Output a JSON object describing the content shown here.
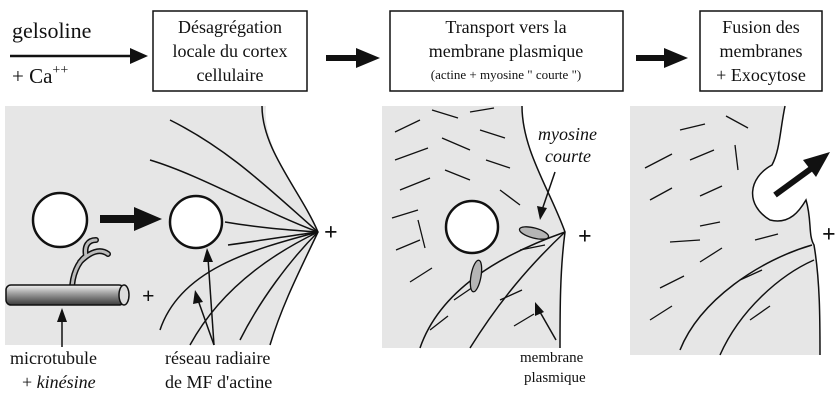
{
  "steps": {
    "trigger": {
      "line1": "gelsoline",
      "line2": "+ Ca",
      "sup": "++"
    },
    "box1": {
      "line1": "Désagrégation",
      "line2": "locale du cortex",
      "line3": "cellulaire"
    },
    "box2": {
      "line1": "Transport vers la",
      "line2": "membrane plasmique",
      "line3": "(actine + myosine \" courte \")"
    },
    "box3": {
      "line1": "Fusion des",
      "line2": "membranes",
      "line3": "+ Exocytose"
    }
  },
  "panel1": {
    "plus_microtubule": "+",
    "plus_membrane": "+",
    "microtubule_label": "microtubule",
    "kinesin_prefix": "+ ",
    "kinesin_label": "kinésine",
    "network_label_1": "réseau radiaire",
    "network_label_2": "de MF d'actine"
  },
  "panel2": {
    "myosin_label_1": "myosine",
    "myosin_label_2": "courte",
    "plus_membrane": "+",
    "membrane_label_1": "membrane",
    "membrane_label_2": "plasmique"
  },
  "panel3": {
    "plus_membrane": "+"
  },
  "colors": {
    "ink": "#111111",
    "panel": "#e6e6e6",
    "myosin": "#b5b5b5"
  }
}
